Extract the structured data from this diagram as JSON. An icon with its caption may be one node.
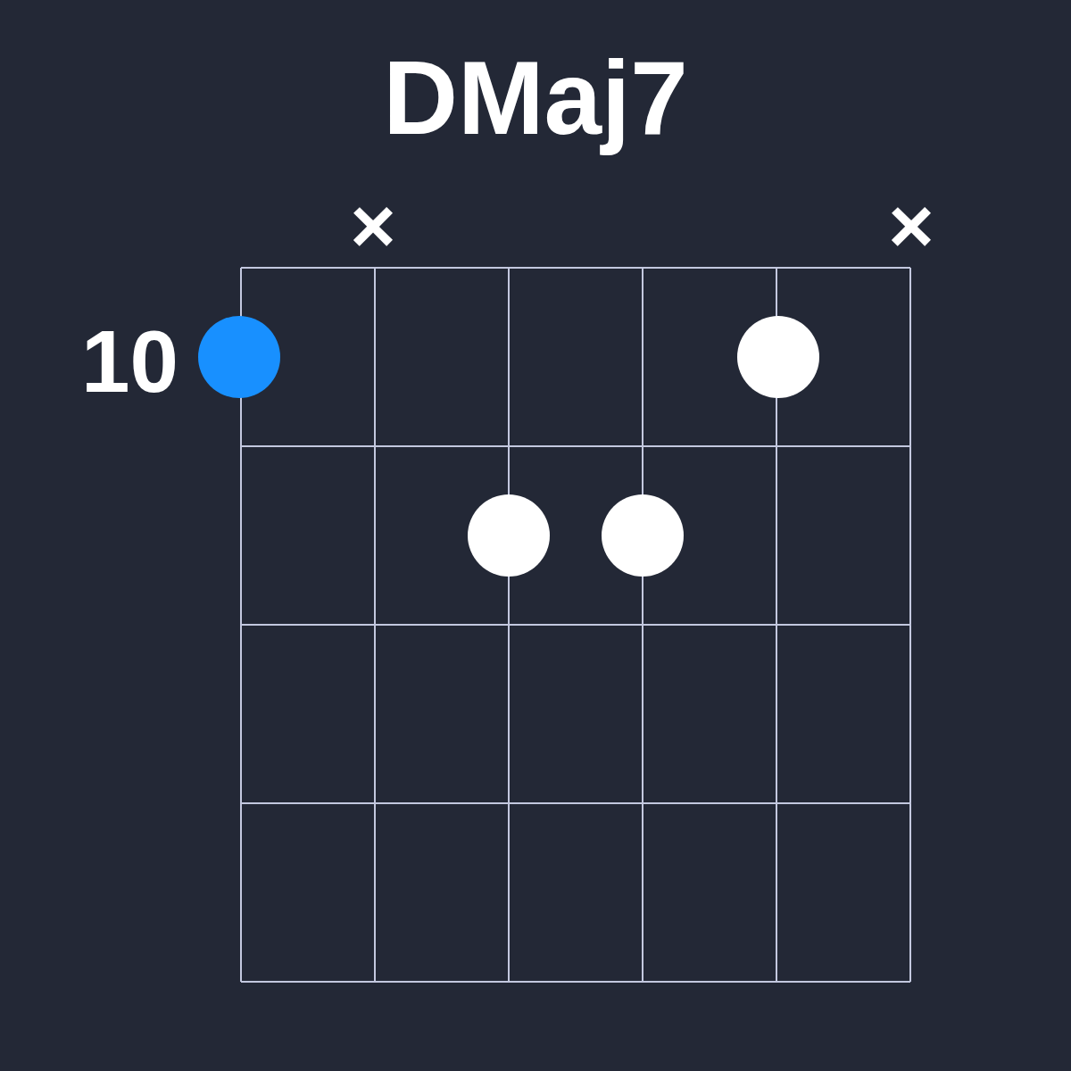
{
  "diagram": {
    "title": "DMaj7",
    "nodes": [
      {
        "text": [],
        "shape": "circle"
      },
      {
        "text": [],
        "shape": "circle"
      },
      {
        "text": [],
        "shape": "circle"
      },
      {
        "text": [],
        "shape": "circle"
      }
    ],
    "edges": [],
    "labels": [
      "×",
      "×",
      "10"
    ]
  }
}
